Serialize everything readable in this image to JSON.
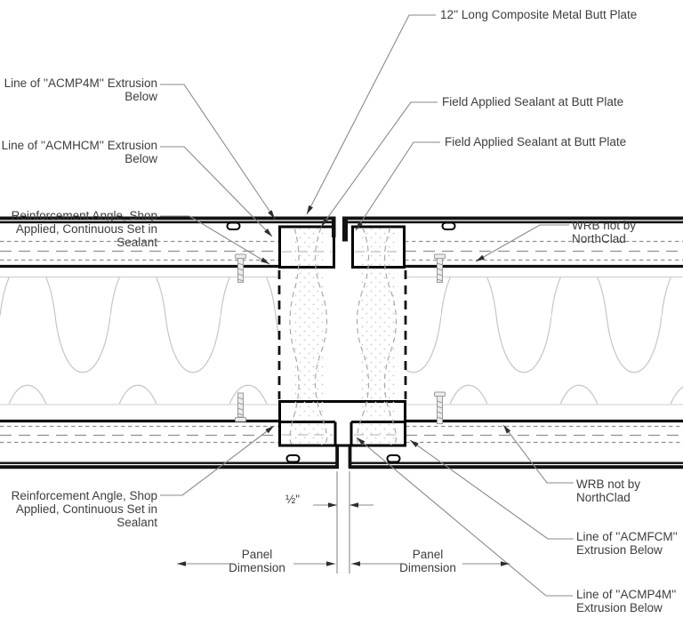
{
  "annotations": {
    "butt_plate": "12'' Long Composite Metal Butt Plate",
    "field_sealant_1": "Field Applied Sealant at Butt Plate",
    "field_sealant_2": "Field Applied Sealant at Butt Plate",
    "acmp4m_top": "Line of ''ACMP4M'' Extrusion Below",
    "acmhcm_top": "Line of ''ACMHCM'' Extrusion Below",
    "reinforcement_angle_top": "Reinforcement Angle, Shop Applied, Continuous Set in Sealant",
    "wrb_top": "WRB not by NorthClad",
    "reinforcement_angle_bottom": "Reinforcement Angle, Shop Applied, Continuous Set in Sealant",
    "wrb_bottom": "WRB not by NorthClad",
    "acmfcm_bottom": "Line of ''ACMFCM'' Extrusion Below",
    "acmp4m_bottom": "Line of ''ACMP4M'' Extrusion Below"
  },
  "dimensions": {
    "joint_gap": "½\"",
    "panel_dimension_left": "Panel Dimension",
    "panel_dimension_right": "Panel Dimension"
  },
  "colors": {
    "line": "#111111",
    "leader": "#8a8a8a",
    "dashed_wrb": "#909090",
    "insulation": "#c6c6c6",
    "background": "#ffffff"
  }
}
